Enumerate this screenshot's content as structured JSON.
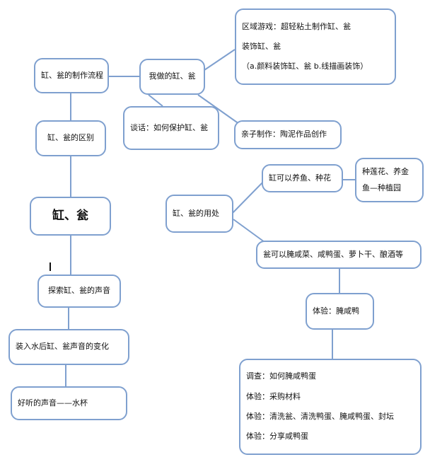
{
  "nodes": {
    "zhizuo_liucheng": "缸、瓮的制作流程",
    "qubie": "缸、瓮的区别",
    "gang_weng": "缸、瓮",
    "tansuo_shengyin": "探索缸、瓮的声音",
    "zhuang_shui": "装入水后缸、瓮声音的变化",
    "haoting": "好听的声音——水杯",
    "wo_zuo": "我做的缸、瓮",
    "tanhua": "谈话：如何保护缸、瓮",
    "quyu_lines": [
      "区域游戏：超轻粘土制作缸、瓮",
      "装饰缸、瓮",
      "（a.颜料装饰缸、瓮 b.线描画装饰）"
    ],
    "qinzi": "亲子制作：陶泥作品创作",
    "yongchu": "缸、瓮的用处",
    "gang_yangyu": "缸可以养鱼、种花",
    "zhong_lian_lines": [
      "种莲花、养金",
      "鱼—种植园"
    ],
    "weng_yan": "瓮可以腌咸菜、咸鸭蛋、萝卜干、酿酒等",
    "tiyan_yan": "体验：腌咸鸭",
    "diaocha_lines": [
      "调查：如何腌咸鸭蛋",
      "体验：采购材料",
      "体验：清洗瓮、清洗鸭蛋、腌咸鸭蛋、封坛",
      "体验：分享咸鸭蛋"
    ]
  },
  "colors": {
    "border": "#7fa0cf",
    "line": "#7fa0cf"
  }
}
